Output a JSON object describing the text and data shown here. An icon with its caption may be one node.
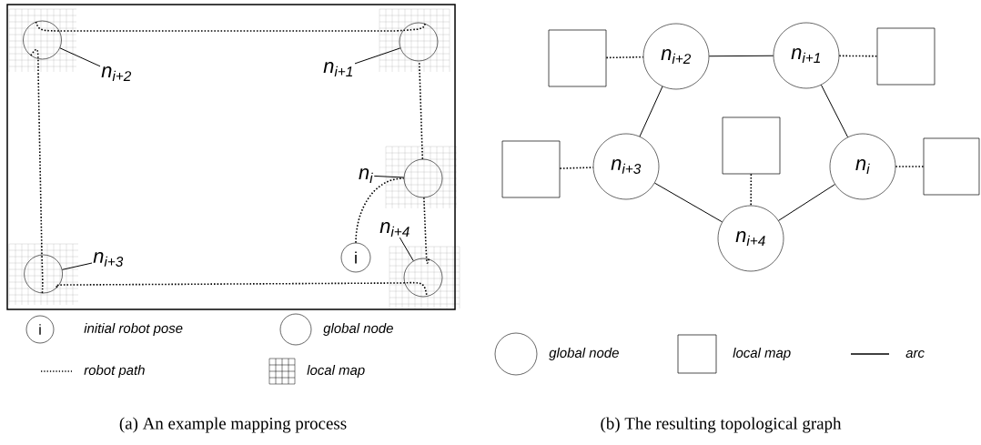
{
  "diagram": {
    "nodes": [
      {
        "text": [],
        "shape": "box"
      },
      {
        "text": [
          "n$_{i+2}$"
        ],
        "in": 0
      },
      {
        "text": [],
        "shape": "circle",
        "in": 0
      },
      {
        "text": [
          "n$_{i+1}$"
        ],
        "in": 0
      },
      {
        "text": [],
        "shape": "circle",
        "in": 0
      },
      {
        "text": [
          "n$_{i}$"
        ],
        "in": 0
      },
      {
        "text": [],
        "shape": "circle",
        "in": 0
      },
      {
        "text": [
          "n$_{i+4}$"
        ],
        "in": 0
      },
      {
        "text": [
          "i"
        ],
        "in": 0
      },
      {
        "text": [],
        "shape": "circle",
        "in": 0
      },
      {
        "text": [
          "n$_{i+3}$"
        ],
        "in": 0
      },
      {
        "text": [],
        "shape": "circle",
        "in": 0
      },
      {
        "text": [],
        "shape": "box"
      },
      {
        "text": [
          "n$_{i+2}$"
        ]
      },
      {
        "text": [
          "n$_{i+1}$"
        ]
      },
      {
        "text": [],
        "shape": "box"
      },
      {
        "text": [],
        "shape": "box"
      },
      {
        "text": [
          "n$_{i+3}$"
        ]
      },
      {
        "text": [],
        "shape": "box"
      },
      {
        "text": [
          "n$_{i}$"
        ]
      },
      {
        "text": [],
        "shape": "box"
      },
      {
        "text": [
          "n$_{i+4}$"
        ]
      }
    ],
    "edges": [
      {
        "from": 1,
        "to": 2,
        "arrow": "none"
      },
      {
        "from": 3,
        "to": 4,
        "arrow": "none"
      },
      {
        "from": 5,
        "to": 6,
        "arrow": "none"
      },
      {
        "from": 7,
        "to": 9,
        "arrow": "none"
      },
      {
        "from": 10,
        "to": 11,
        "arrow": "none"
      },
      {
        "from": 8,
        "to": 6,
        "arrow": "none",
        "style": "dashed"
      },
      {
        "from": 6,
        "to": 4,
        "arrow": "none",
        "style": "dashed"
      },
      {
        "from": 4,
        "to": 2,
        "arrow": "none",
        "style": "dashed"
      },
      {
        "from": 2,
        "to": 11,
        "arrow": "none",
        "style": "dashed"
      },
      {
        "from": 11,
        "to": 9,
        "arrow": "none",
        "style": "dashed"
      },
      {
        "from": 9,
        "to": 6,
        "arrow": "none",
        "style": "dashed"
      },
      {
        "from": 12,
        "to": 13,
        "arrow": "none",
        "style": "dashed"
      },
      {
        "from": 13,
        "to": 14,
        "arrow": "none"
      },
      {
        "from": 14,
        "to": 15,
        "arrow": "none",
        "style": "dashed"
      },
      {
        "from": 13,
        "to": 17,
        "arrow": "none"
      },
      {
        "from": 14,
        "to": 19,
        "arrow": "none"
      },
      {
        "from": 16,
        "to": 17,
        "arrow": "none",
        "style": "dashed"
      },
      {
        "from": 19,
        "to": 20,
        "arrow": "none",
        "style": "dashed"
      },
      {
        "from": 18,
        "to": 21,
        "arrow": "none",
        "style": "dashed"
      },
      {
        "from": 17,
        "to": 21,
        "arrow": "none"
      },
      {
        "from": 19,
        "to": 21,
        "arrow": "none"
      }
    ],
    "labels": [
      "i",
      "(a) An example mapping process",
      "(b) The resulting topological graph"
    ],
    "legend": [
      {
        "text": "initial robot pose"
      },
      {
        "text": "global node"
      },
      {
        "text": "robot path"
      },
      {
        "text": "local map"
      },
      {
        "text": "global node"
      },
      {
        "text": "local map"
      },
      {
        "text": "arc"
      }
    ]
  }
}
